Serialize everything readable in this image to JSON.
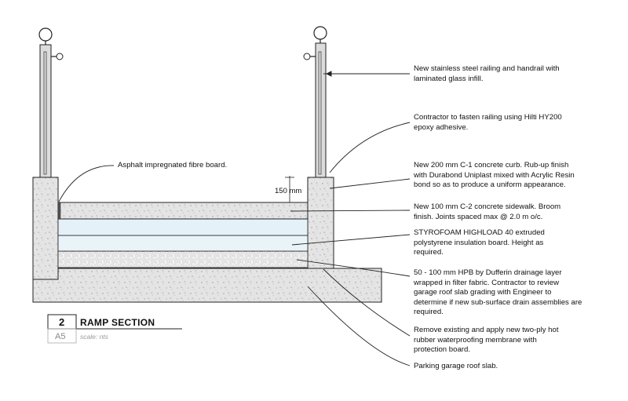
{
  "notes": {
    "railing": "New stainless steel railing and handrail with laminated glass infill.",
    "epoxy": "Contractor to fasten railing using Hilti HY200 epoxy adhesive.",
    "curb": "New 200 mm C-1 concrete curb. Rub-up finish with Durabond Uniplast mixed with Acrylic Resin bond so as to produce a uniform appearance.",
    "sidewalk": "New 100 mm C-2 concrete sidewalk. Broom finish. Joints spaced max @ 2.0 m o/c.",
    "insulation": "STYROFOAM HIGHLOAD 40 extruded polystyrene insulation board. Height as required.",
    "drainage": "50 - 100 mm HPB by Dufferin drainage layer wrapped in filter fabric. Contractor to review garage roof slab grading with Engineer to determine if new sub-surface drain assemblies are required.",
    "membrane": "Remove existing and apply new two-ply hot rubber waterproofing membrane with protection board.",
    "slab": "Parking garage roof slab.",
    "fibre": "Asphalt impregnated fibre board."
  },
  "dimension": "150 mm",
  "title_block": {
    "number": "2",
    "title": "RAMP SECTION",
    "sheet": "A5",
    "scale": "scale: nts"
  },
  "colors": {
    "concrete": "#e4e4e4",
    "insulation": "#e6f2f8",
    "gravel": "#f2f2f2",
    "line": "#222222"
  }
}
